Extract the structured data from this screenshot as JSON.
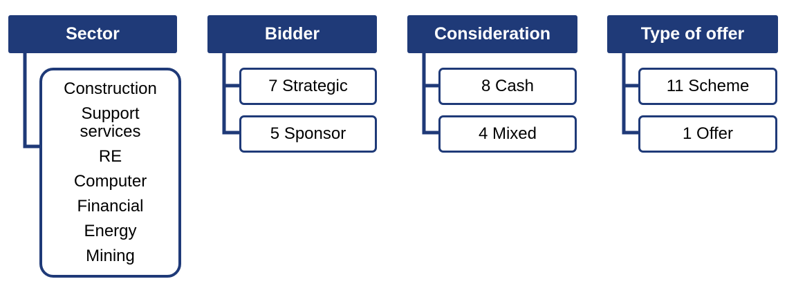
{
  "colors": {
    "primary": "#1f3a78",
    "text": "#000000",
    "background": "#ffffff"
  },
  "sector": {
    "title": "Sector",
    "items": [
      "Construction",
      "Support\nservices",
      "RE",
      "Computer",
      "Financial",
      "Energy",
      "Mining"
    ]
  },
  "bidder": {
    "title": "Bidder",
    "items": [
      "7 Strategic",
      "5 Sponsor"
    ]
  },
  "consideration": {
    "title": "Consideration",
    "items": [
      "8 Cash",
      "4 Mixed"
    ]
  },
  "offer_type": {
    "title": "Type of offer",
    "items": [
      "11 Scheme",
      "1 Offer"
    ]
  }
}
